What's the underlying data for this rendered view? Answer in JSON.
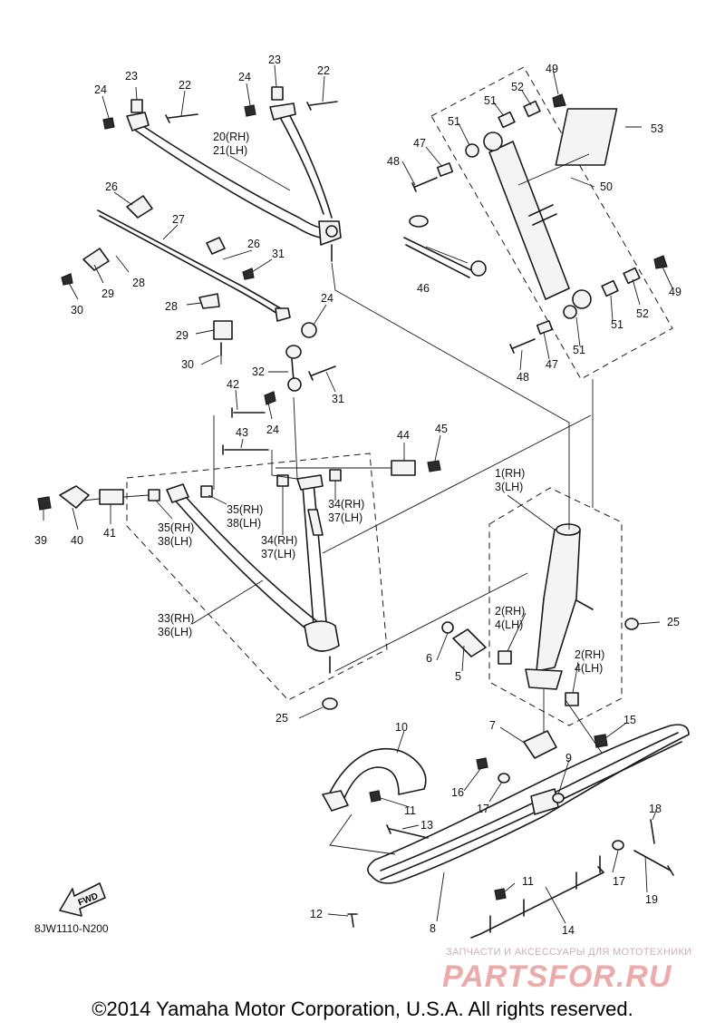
{
  "callouts": {
    "c1": "1(RH)",
    "c3": "3(LH)",
    "c2a": "2(RH)",
    "c4a": "4(LH)",
    "c2b": "2(RH)",
    "c4b": "4(LH)",
    "c5": "5",
    "c6": "6",
    "c7": "7",
    "c8": "8",
    "c9": "9",
    "c10": "10",
    "c11a": "11",
    "c11b": "11",
    "c12": "12",
    "c13": "13",
    "c14": "14",
    "c15": "15",
    "c16": "16",
    "c17a": "17",
    "c17b": "17",
    "c18": "18",
    "c19": "19",
    "c20": "20(RH)",
    "c21": "21(LH)",
    "c22a": "22",
    "c22b": "22",
    "c23a": "23",
    "c23b": "23",
    "c24a": "24",
    "c24b": "24",
    "c24c": "24",
    "c24d": "24",
    "c25a": "25",
    "c25b": "25",
    "c26a": "26",
    "c26b": "26",
    "c27": "27",
    "c28a": "28",
    "c28b": "28",
    "c29a": "29",
    "c29b": "29",
    "c30a": "30",
    "c30b": "30",
    "c31a": "31",
    "c31b": "31",
    "c32": "32",
    "c33": "33(RH)",
    "c36": "36(LH)",
    "c34a": "34(RH)",
    "c37a": "37(LH)",
    "c34b": "34(RH)",
    "c37b": "37(LH)",
    "c35a": "35(RH)",
    "c38a": "38(LH)",
    "c35b": "35(RH)",
    "c38b": "38(LH)",
    "c39": "39",
    "c40": "40",
    "c41": "41",
    "c42": "42",
    "c43": "43",
    "c44": "44",
    "c45": "45",
    "c46": "46",
    "c47a": "47",
    "c47b": "47",
    "c48a": "48",
    "c48b": "48",
    "c49a": "49",
    "c49b": "49",
    "c50": "50",
    "c51a": "51",
    "c51b": "51",
    "c51c": "51",
    "c51d": "51",
    "c52a": "52",
    "c52b": "52",
    "c53": "53",
    "fwd": "FWD"
  },
  "diagram_code": "8JW1110-N200",
  "watermark": {
    "caption": "ЗАПЧАСТИ И АКСЕССУАРЫ ДЛЯ МОТОТЕХНИКИ",
    "logo": "PARTSFOR.RU"
  },
  "copyright": "©2014 Yamaha Motor Corporation, U.S.A. All rights reserved."
}
